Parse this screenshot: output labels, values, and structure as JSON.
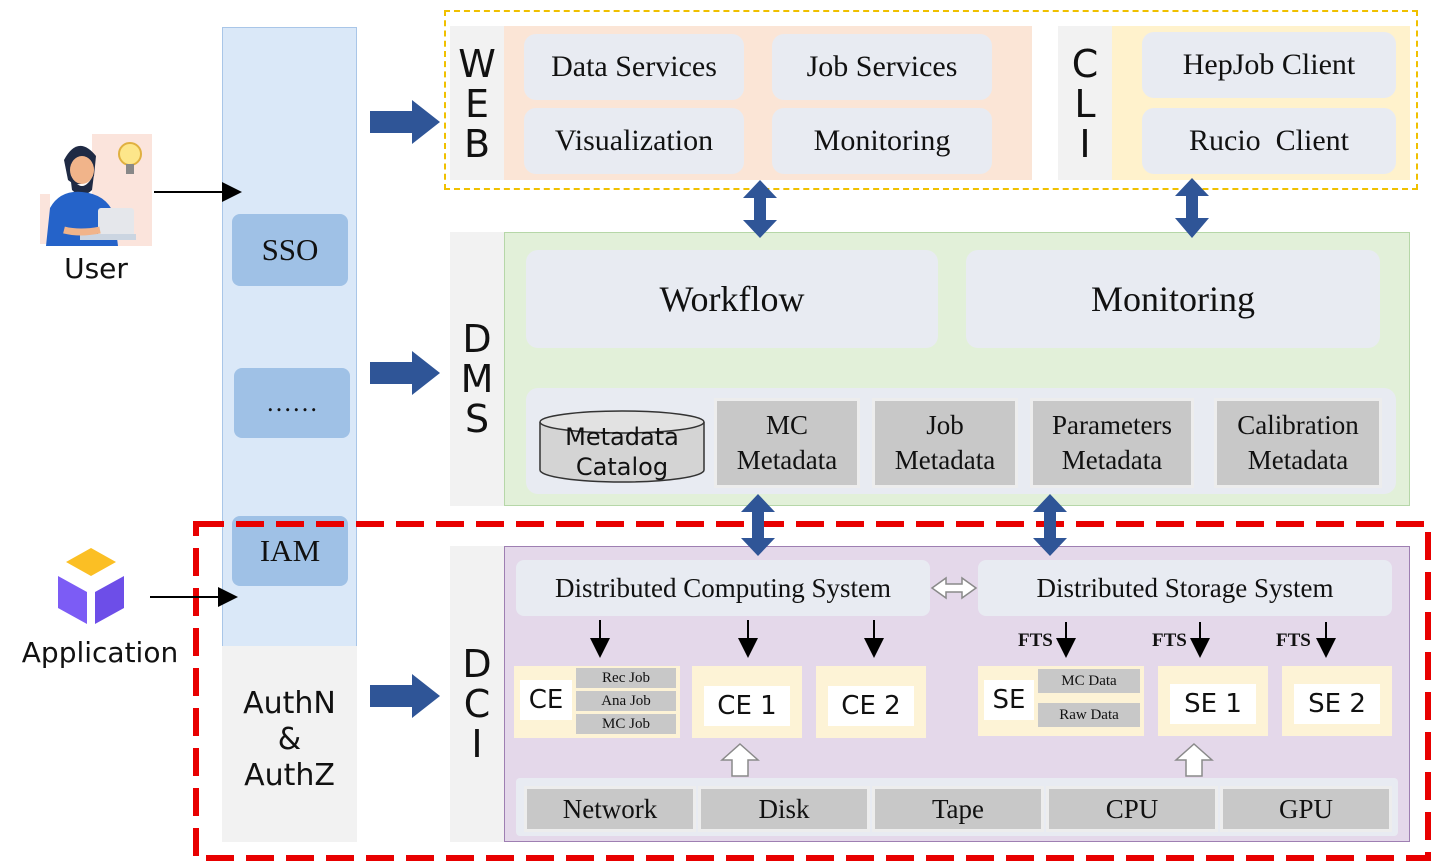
{
  "user": {
    "label": "User"
  },
  "application": {
    "label": "Application"
  },
  "auth": {
    "sso": "SSO",
    "ellipsis": "……",
    "iam": "IAM",
    "authn": "AuthN",
    "amp": "&",
    "authz": "AuthZ"
  },
  "web": {
    "letters": [
      "W",
      "E",
      "B"
    ],
    "items": [
      "Data Services",
      "Job Services",
      "Visualization",
      "Monitoring"
    ]
  },
  "cli": {
    "letters": [
      "C",
      "L",
      "I"
    ],
    "items": [
      "HepJob Client",
      "Rucio  Client"
    ]
  },
  "dms": {
    "letters": [
      "D",
      "M",
      "S"
    ],
    "workflow": "Workflow",
    "monitoring": "Monitoring",
    "metadata_catalog": [
      "Metadata",
      "Catalog"
    ],
    "mc_metadata": [
      "MC",
      "Metadata"
    ],
    "job_metadata": [
      "Job",
      "Metadata"
    ],
    "parameters_metadata": [
      "Parameters",
      "Metadata"
    ],
    "calibration_metadata": [
      "Calibration",
      "Metadata"
    ]
  },
  "dci": {
    "letters": [
      "D",
      "C",
      "I"
    ],
    "dcs": "Distributed Computing System",
    "dss": "Distributed Storage System",
    "ce": "CE",
    "ce_jobs": [
      "Rec Job",
      "Ana Job",
      "MC Job"
    ],
    "ce1": "CE 1",
    "ce2": "CE 2",
    "se": "SE",
    "se_data": [
      "MC Data",
      "Raw Data"
    ],
    "se1": "SE 1",
    "se2": "SE 2",
    "fts": "FTS",
    "resources": [
      "Network",
      "Disk",
      "Tape",
      "CPU",
      "GPU"
    ]
  },
  "colors": {
    "arrow_blue": "#2f5597",
    "web_peach": "#fbe5d6",
    "cli_cream": "#fff2cc",
    "auth_blue": "#dae8f8",
    "dms_green": "#e2f0d9",
    "dci_purple": "#e4d8ea",
    "red_dash": "#e80000",
    "gold_dash": "#f0c000"
  }
}
